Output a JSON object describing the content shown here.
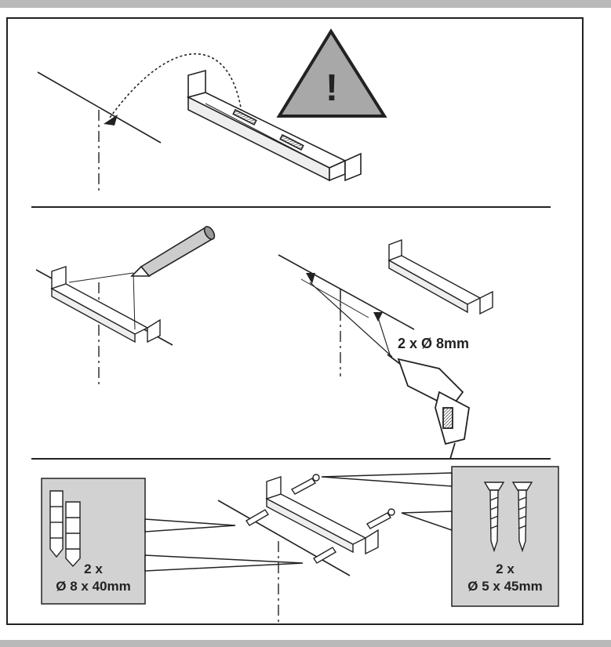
{
  "warning": {
    "symbol": "!"
  },
  "steps": {
    "drill": {
      "label": "2 x Ø 8mm"
    },
    "dowels": {
      "count": "2 x",
      "size": "Ø 8 x 40mm"
    },
    "screws": {
      "count": "2 x",
      "size": "Ø 5 x 45mm"
    }
  },
  "colors": {
    "panel": "#d2d2d2",
    "warning_fill": "#a8a8a8",
    "line": "#222222"
  }
}
